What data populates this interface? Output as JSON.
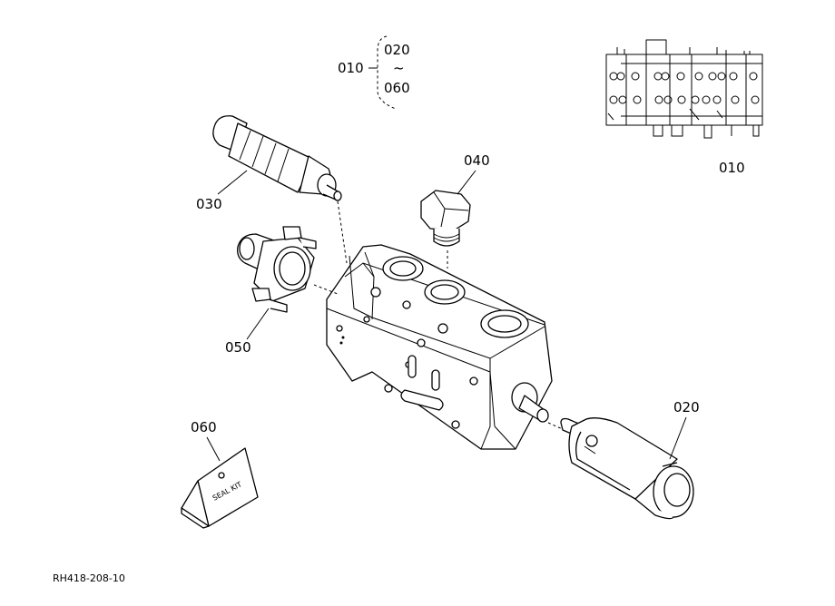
{
  "parts": {
    "p010": "010",
    "p020": "020",
    "p030": "030",
    "p040": "040",
    "p050": "050",
    "p060": "060"
  },
  "bracket": {
    "main": "010",
    "top": "020",
    "tilde": "~",
    "bottom": "060"
  },
  "seal_kit_text": "SEAL KIT",
  "drawing_code": "RH418-208-10",
  "colors": {
    "line": "#000000",
    "background": "#ffffff"
  }
}
